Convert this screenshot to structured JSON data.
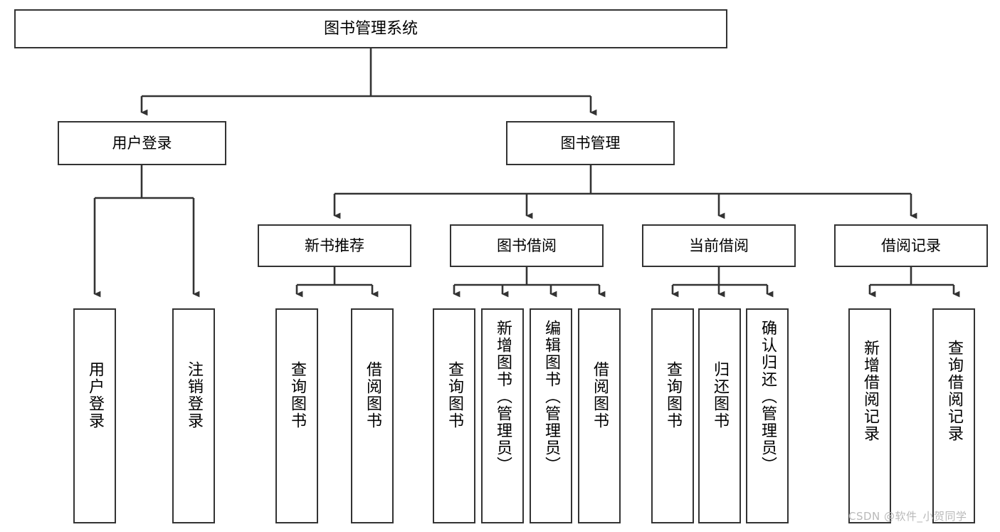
{
  "diagram": {
    "type": "tree-hierarchy",
    "title": "图书管理系统",
    "watermark": "CSDN @软件_小贺同学",
    "colors": {
      "box_border": "#333333",
      "box_fill": "#ffffff",
      "connector": "#333333",
      "background": "#ffffff",
      "watermark": "#b9b9b9"
    },
    "nodes": {
      "root": {
        "label": "图书管理系统"
      },
      "level2": [
        {
          "id": "user-login",
          "label": "用户登录"
        },
        {
          "id": "book-management",
          "label": "图书管理"
        }
      ],
      "level3": [
        {
          "id": "new-book-recommend",
          "label": "新书推荐"
        },
        {
          "id": "book-borrow",
          "label": "图书借阅"
        },
        {
          "id": "current-borrow",
          "label": "当前借阅"
        },
        {
          "id": "borrow-record",
          "label": "借阅记录"
        }
      ],
      "leaves": {
        "user_login": [
          {
            "id": "leaf-user-login",
            "label": "用户登录"
          },
          {
            "id": "leaf-logout-login",
            "label": "注销登录"
          }
        ],
        "new_book_recommend": [
          {
            "id": "leaf-query-book-1",
            "label": "查询图书"
          },
          {
            "id": "leaf-borrow-book-1",
            "label": "借阅图书"
          }
        ],
        "book_borrow": [
          {
            "id": "leaf-query-book-2",
            "label": "查询图书"
          },
          {
            "id": "leaf-add-book",
            "label": "新增图书（管理员）"
          },
          {
            "id": "leaf-edit-book",
            "label": "编辑图书（管理员）"
          },
          {
            "id": "leaf-borrow-book-2",
            "label": "借阅图书"
          }
        ],
        "current_borrow": [
          {
            "id": "leaf-query-book-3",
            "label": "查询图书"
          },
          {
            "id": "leaf-return-book",
            "label": "归还图书"
          },
          {
            "id": "leaf-confirm-return",
            "label": "确认归还（管理员）"
          }
        ],
        "borrow_record": [
          {
            "id": "leaf-add-record",
            "label": "新增借阅记录"
          },
          {
            "id": "leaf-query-record",
            "label": "查询借阅记录"
          }
        ]
      }
    }
  }
}
